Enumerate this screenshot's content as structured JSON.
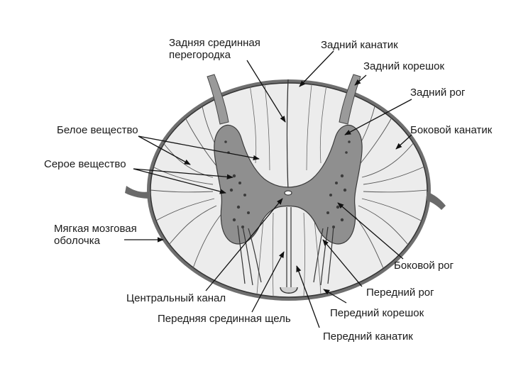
{
  "labels": {
    "posterior_median_septum": "Задняя срединная\nперегородка",
    "posterior_funiculus": "Задний канатик",
    "posterior_root": "Задний корешок",
    "posterior_horn": "Задний рог",
    "lateral_funiculus": "Боковой канатик",
    "white_matter": "Белое вещество",
    "gray_matter": "Серое вещество",
    "pia_mater": "Мягкая мозговая\nоболочка",
    "lateral_horn": "Боковой рог",
    "anterior_horn": "Передний рог",
    "anterior_root": "Передний корешок",
    "central_canal": "Центральный канал",
    "anterior_median_fissure": "Передняя срединная щель",
    "anterior_funiculus": "Передний канатик"
  },
  "colors": {
    "white_matter": "#e6e6e6",
    "gray_matter": "#8f8f8f",
    "outline": "#3a3a3a",
    "leader_line": "#111111"
  }
}
